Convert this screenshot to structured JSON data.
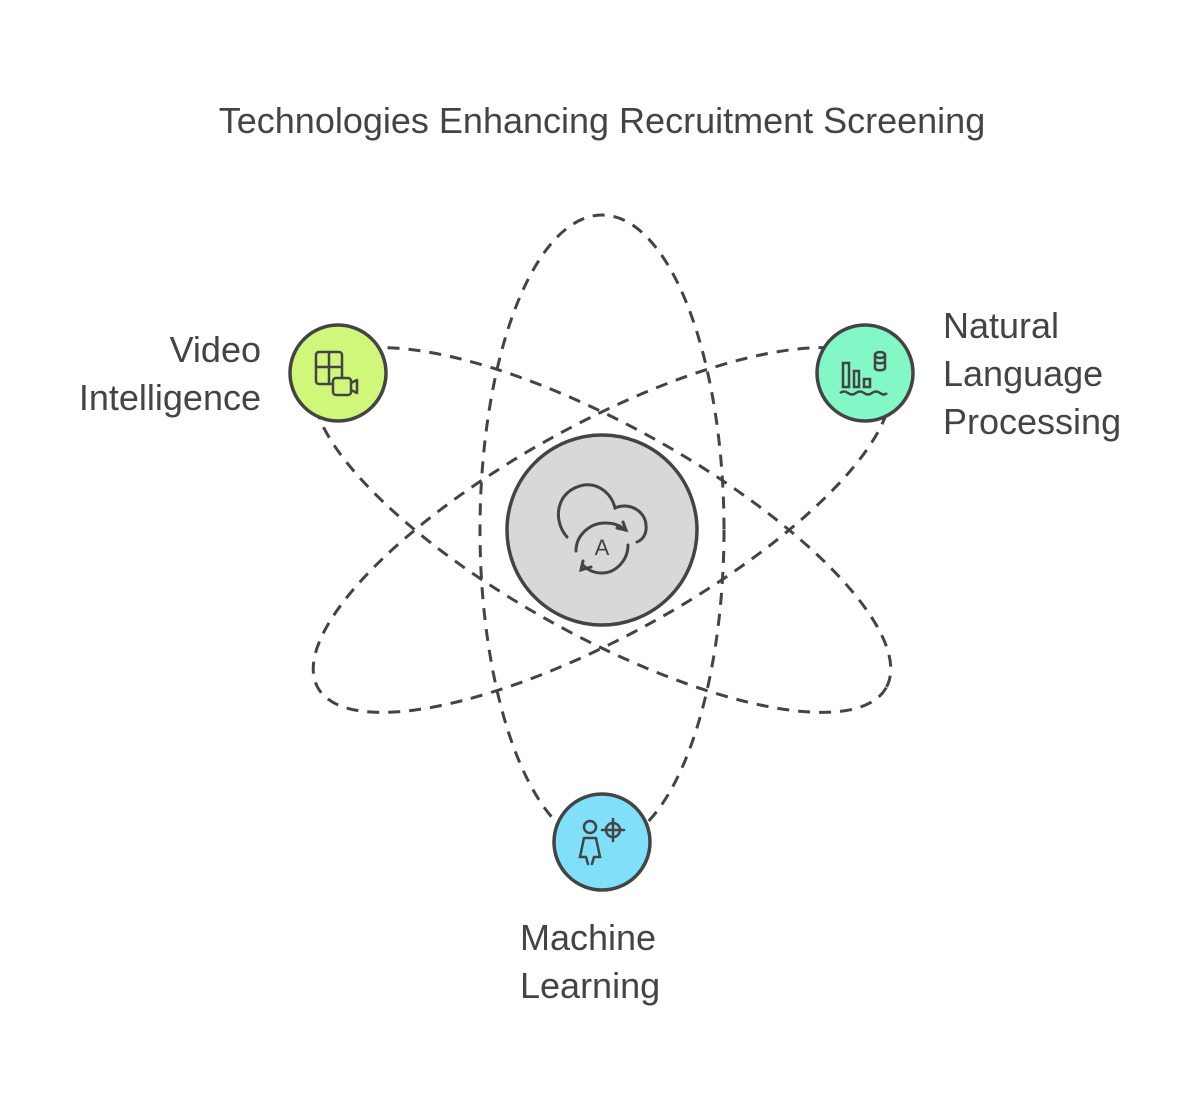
{
  "title": "Technologies Enhancing Recruitment Screening",
  "center": {
    "icon": "cloud-ai-sync-icon",
    "icon_letter": "A",
    "color": "#d8d8d8"
  },
  "nodes": [
    {
      "label_lines": [
        "Video",
        "Intelligence"
      ],
      "icon": "video-grid-icon",
      "color": "#d1f77a"
    },
    {
      "label_lines": [
        "Natural",
        "Language",
        "Processing"
      ],
      "icon": "data-chart-icon",
      "color": "#84f7c6"
    },
    {
      "label_lines": [
        "Machine",
        "Learning"
      ],
      "icon": "person-target-icon",
      "color": "#80dff9"
    }
  ],
  "stroke_color": "#444444"
}
